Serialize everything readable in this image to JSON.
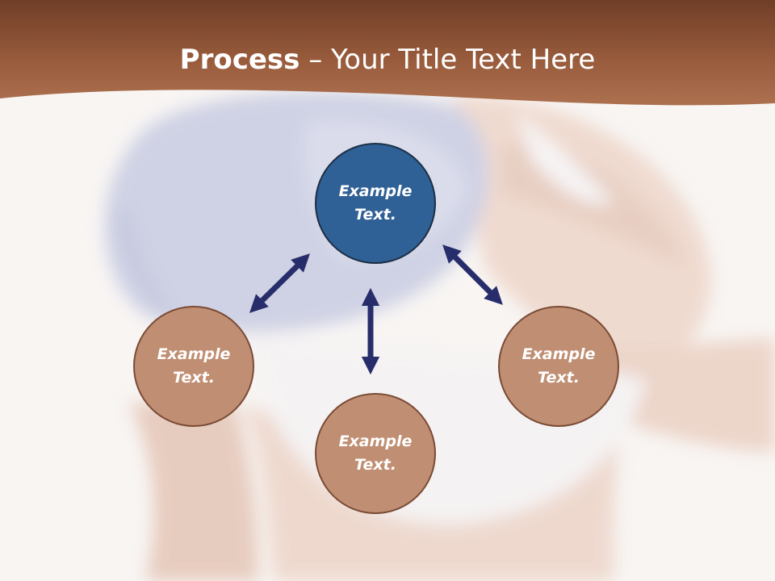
{
  "slide": {
    "title_bold": "Process",
    "title_dash": "–",
    "title_rest": "Your Title Text Here"
  },
  "nodes": {
    "center": {
      "line1": "Example",
      "line2": "Text."
    },
    "left": {
      "line1": "Example",
      "line2": "Text."
    },
    "bottom": {
      "line1": "Example",
      "line2": "Text."
    },
    "right": {
      "line1": "Example",
      "line2": "Text."
    }
  },
  "colors": {
    "header_brown": "#8a5033",
    "center_node": "#2f6096",
    "outer_node": "#c08e72",
    "arrow": "#272d6b"
  }
}
